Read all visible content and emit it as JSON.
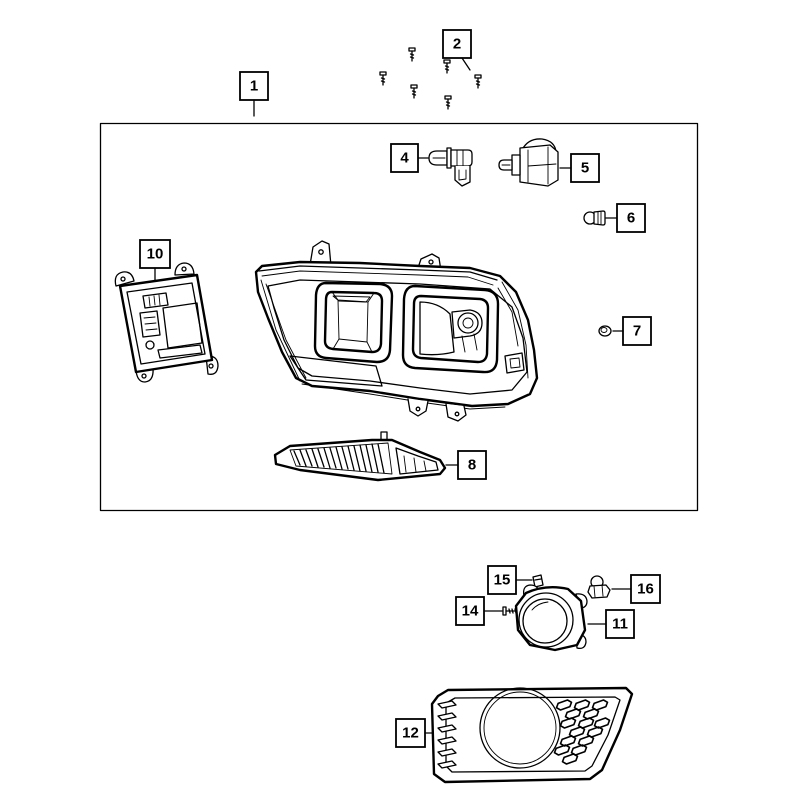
{
  "colors": {
    "line": "#000000",
    "background": "#ffffff"
  },
  "callouts": [
    "1",
    "2",
    "4",
    "5",
    "6",
    "7",
    "8",
    "10",
    "11",
    "12",
    "14",
    "15",
    "16"
  ]
}
